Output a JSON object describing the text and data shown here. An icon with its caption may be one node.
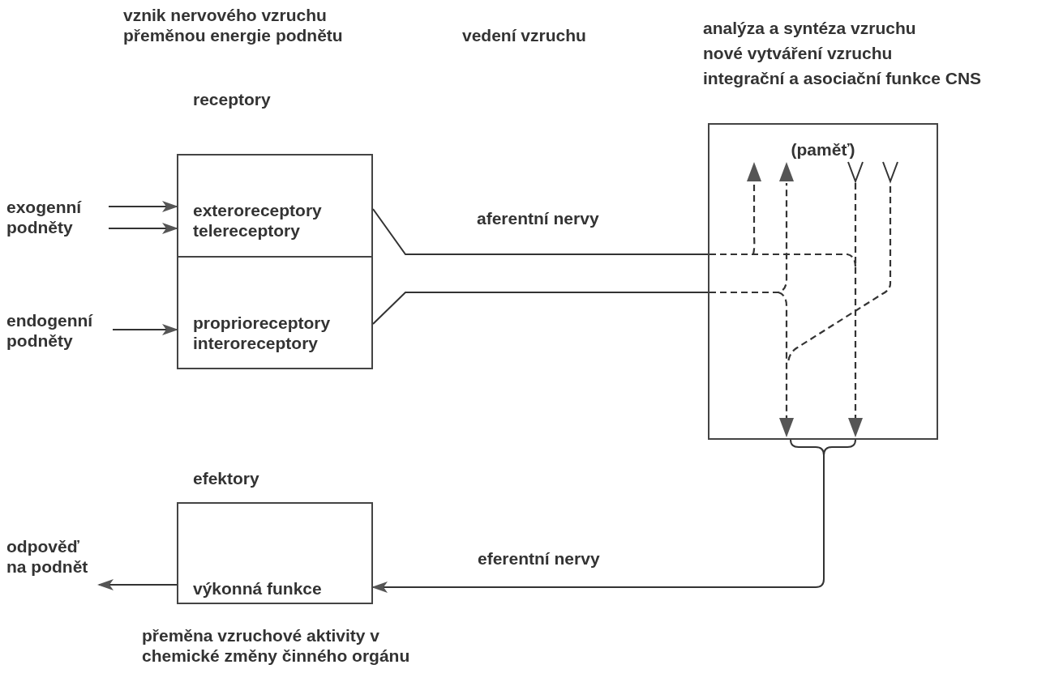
{
  "diagram": {
    "nodes": [
      {
        "text": [
          "exogenní podněty"
        ]
      },
      {
        "text": [
          "endogenní podněty"
        ]
      },
      {
        "text": [
          "receptory",
          "exteroreceptory telereceptory"
        ]
      },
      {
        "text": [
          "proprioreceptory interoreceptory"
        ]
      },
      {
        "text": [
          "analýza a syntéza vzruchu",
          "nové vytváření vzruchu",
          "integrační a asociační funkce CNS",
          "(paměť)"
        ]
      },
      {
        "text": [
          "efektory",
          "výkonná funkce"
        ],
        "beside": [
          "přeměna vzruchové aktivity v chemické změny činného orgánu"
        ]
      },
      {
        "text": [
          "odpověď na podnět"
        ]
      }
    ],
    "edges": [
      {
        "from": 0,
        "to": 2,
        "arrow": "to"
      },
      {
        "from": 0,
        "to": 2,
        "arrow": "to"
      },
      {
        "from": 1,
        "to": 3,
        "arrow": "to"
      },
      {
        "from": 2,
        "to": 4,
        "arrow": "none",
        "label": "aferentní nervy"
      },
      {
        "from": 3,
        "to": 4,
        "arrow": "none"
      },
      {
        "from": 4,
        "to": 5,
        "arrow": "to",
        "label": "eferentní nervy"
      },
      {
        "from": 5,
        "to": 6,
        "arrow": "to"
      }
    ],
    "labels": [
      "vznik nervového vzruchu přeměnou energie podnětu",
      "vedení vzruchu"
    ]
  }
}
